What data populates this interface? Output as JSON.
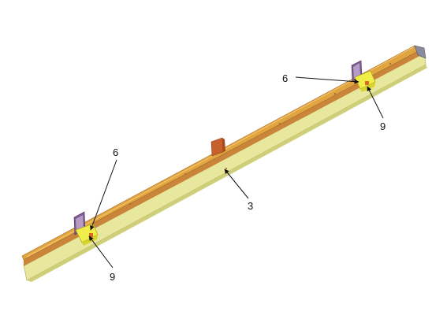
{
  "colors": {
    "rail_top": "#e0a53f",
    "rail_side": "#c9863a",
    "rail_base": "#e7e79e",
    "rail_base_shadow": "#cfcf7a",
    "clamp_body": "#f1ee4a",
    "clamp_tab": "#7a5a8c",
    "clamp_tab_face": "#b89ac6",
    "center_tab": "#c7612c",
    "endcap": "#8b8b9e",
    "leader": "#111111"
  },
  "callouts": {
    "left_upper": "6",
    "left_lower": "9",
    "center": "3",
    "right_upper": "6",
    "right_lower": "9"
  }
}
